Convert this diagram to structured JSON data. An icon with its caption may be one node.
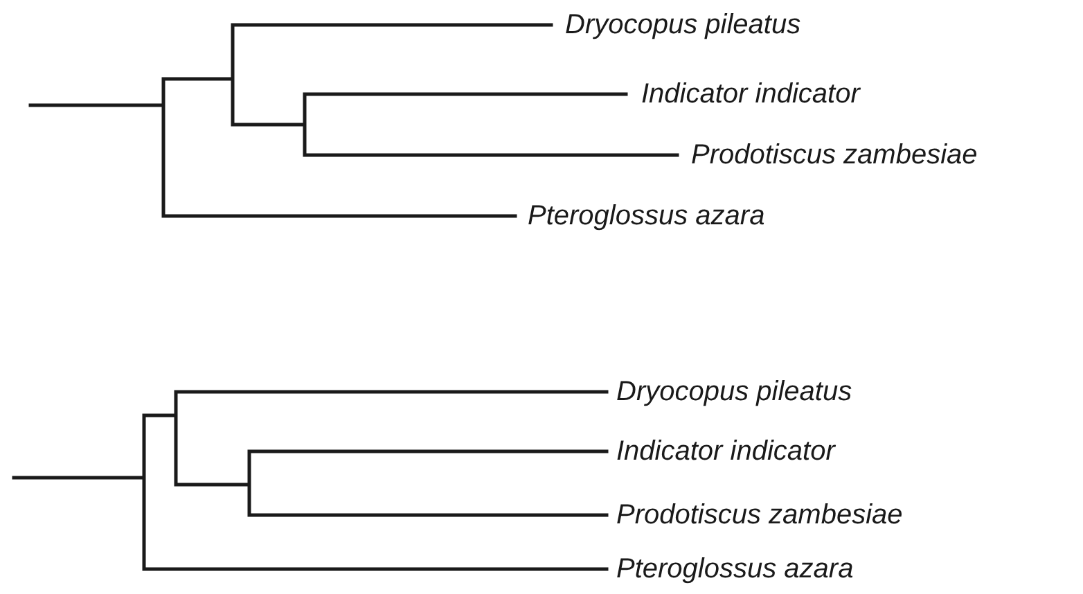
{
  "diagram": {
    "labels": [
      "Dryocopus pileatus",
      "Indicator indicator",
      "Prodotiscus zambesiae",
      "Pteroglossus azara",
      "Dryocopus pileatus",
      "Indicator indicator",
      "Prodotiscus zambesiae",
      "Pteroglossus azara"
    ]
  }
}
